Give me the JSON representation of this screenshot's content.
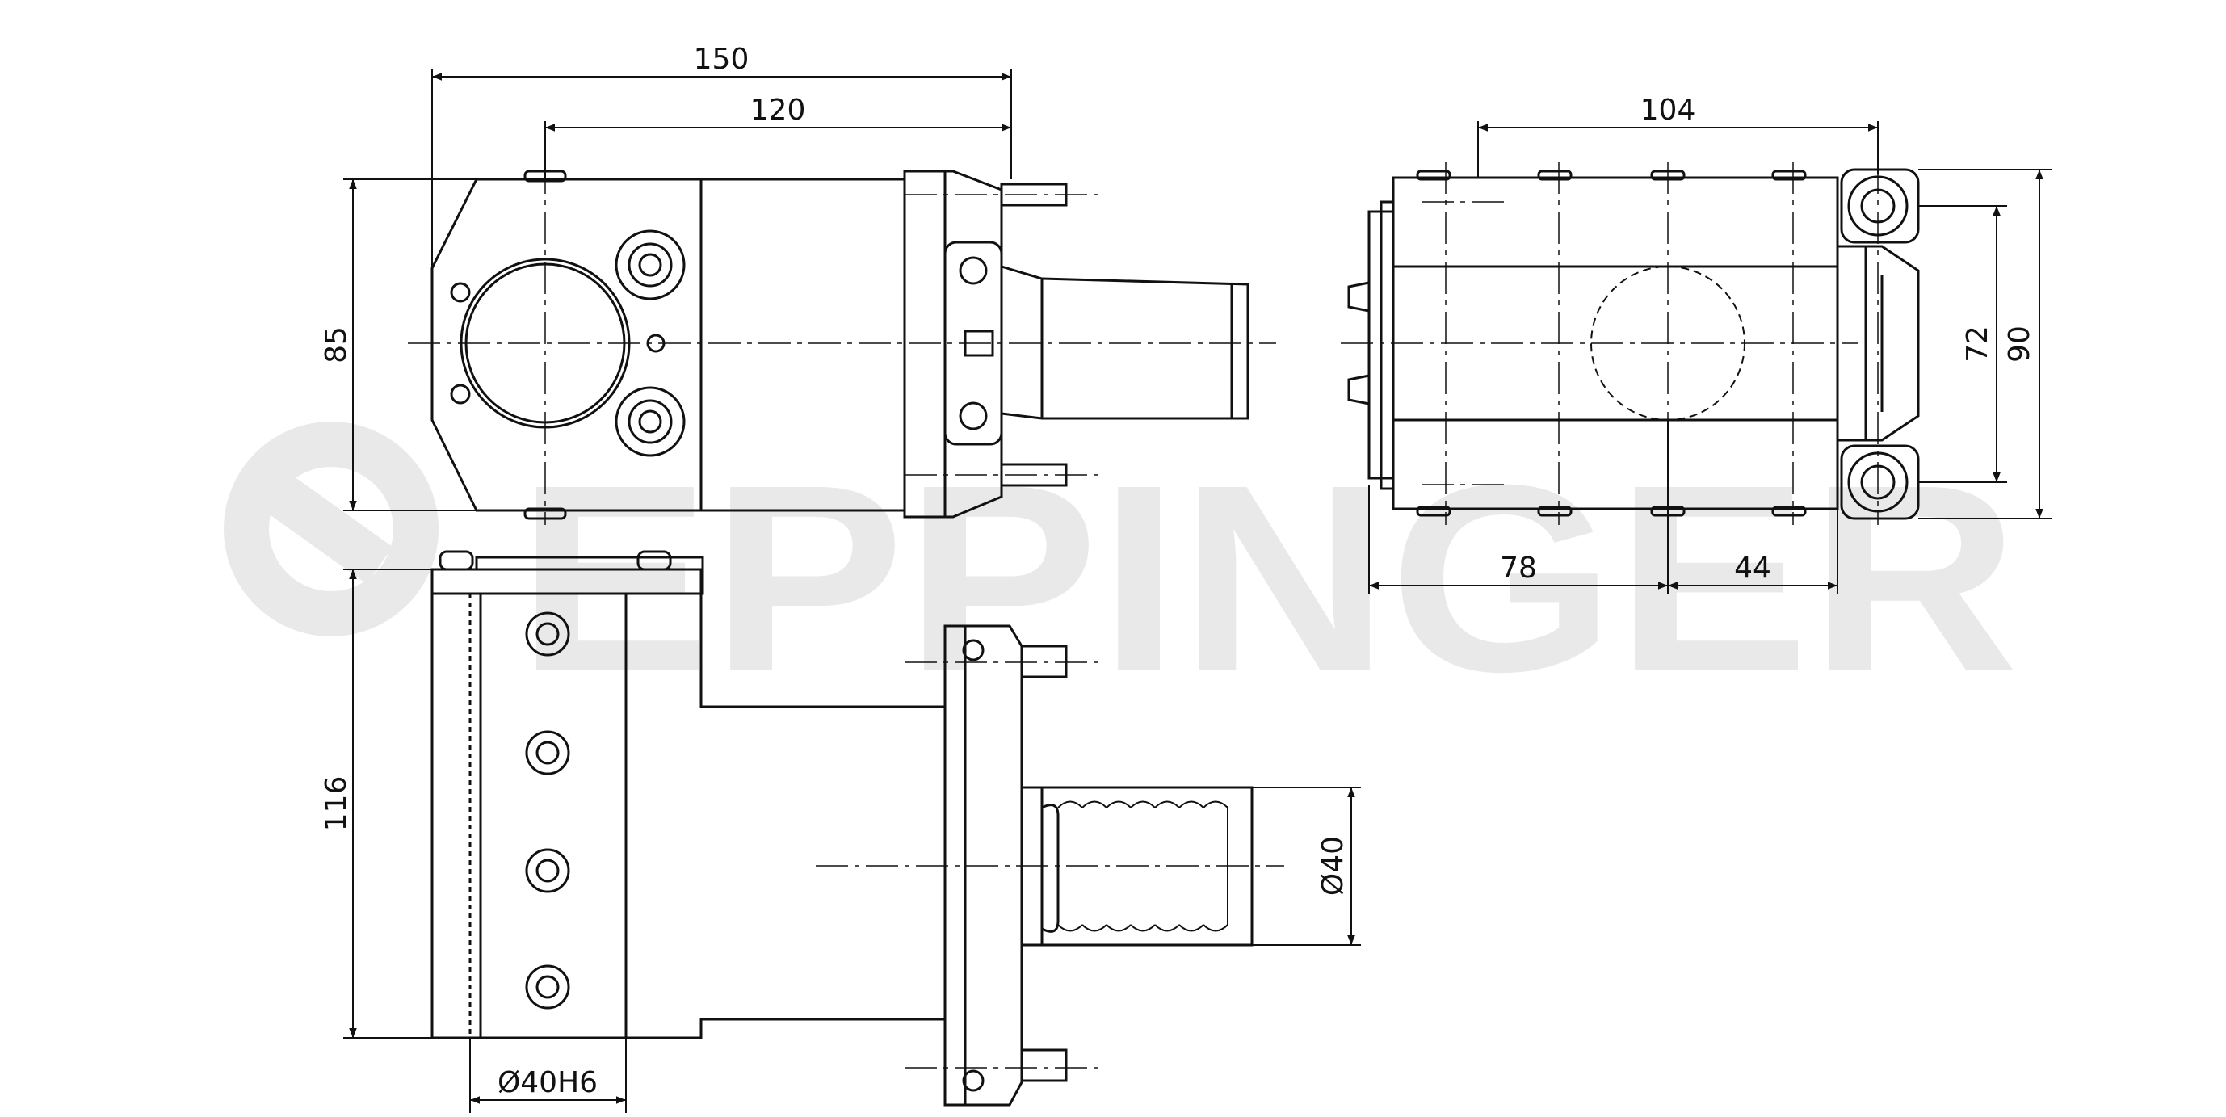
{
  "watermark": {
    "brand": "EPPINGER"
  },
  "dimensions": {
    "width_overall": "150",
    "width_body": "120",
    "height_front": "85",
    "height_side": "116",
    "bore": "Ø40H6",
    "shank": "Ø40",
    "rear_width": "104",
    "rear_height_outer": "90",
    "rear_height_inner": "72",
    "rear_offset_left": "78",
    "rear_offset_right": "44"
  },
  "colors": {
    "line": "#111111",
    "watermark": "#e9e9e9"
  }
}
